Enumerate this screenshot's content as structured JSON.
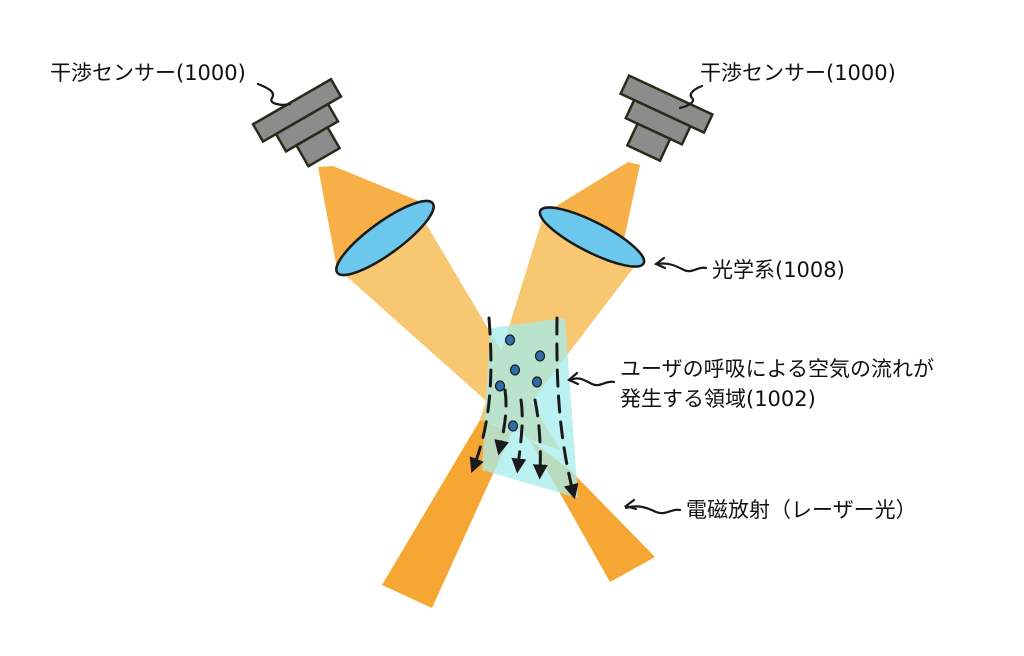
{
  "labels": {
    "sensor_left": "干渉センサー(1000)",
    "sensor_right": "干渉センサー(1000)",
    "optics": "光学系(1008)",
    "region_line1": "ユーザの呼吸による空気の流れが",
    "region_line2": "発生する領域(1002)",
    "radiation": "電磁放射（レーザー光）"
  },
  "colors": {
    "beam": "#f6a733",
    "beam_light": "#f8c46a",
    "lens": "#6cc7ec",
    "sensor": "#8c8c8c",
    "region": "#a6ecec",
    "particle": "#2f6fa8",
    "stroke": "#1a1a1a"
  },
  "icons": {
    "sensor": "interference-sensor-icon",
    "lens": "lens-icon",
    "particle": "airborne-particle-icon",
    "flow": "airflow-arrow-icon"
  }
}
